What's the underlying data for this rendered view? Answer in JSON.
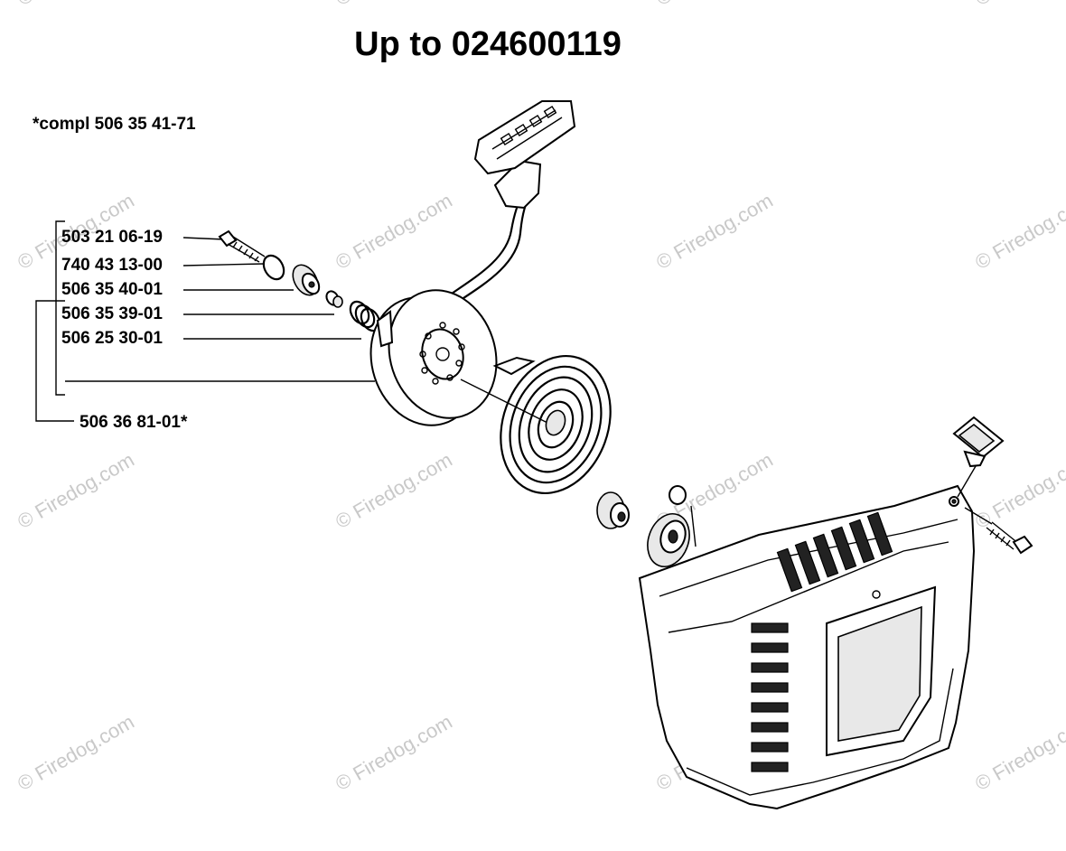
{
  "title": "Up to 024600119",
  "assembly_note": "*compl 506 35 41-71",
  "part_numbers": [
    "503 21 06-19",
    "740 43 13-00",
    "506 35 40-01",
    "506 35 39-01",
    "506 25 30-01",
    "506 36 81-01*"
  ],
  "watermark": "© Firedog.com"
}
